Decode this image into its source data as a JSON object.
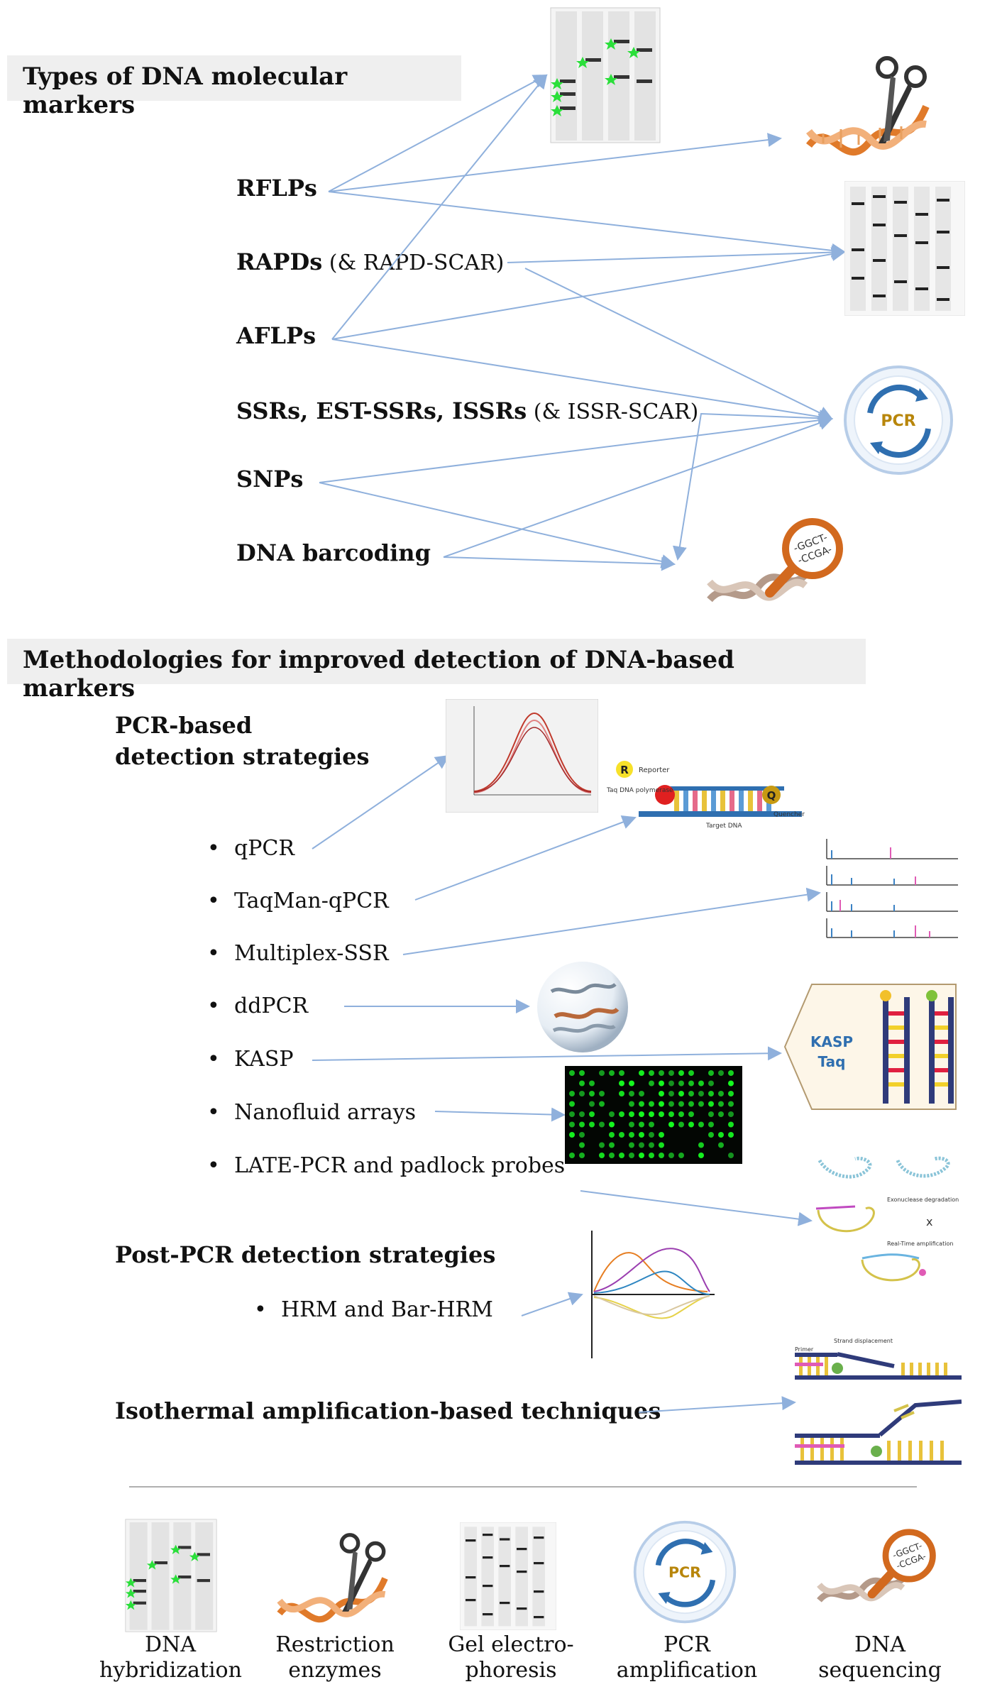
{
  "section1": {
    "title": "Types of DNA molecular markers",
    "markers": [
      {
        "bold": "RFLPs",
        "extra": ""
      },
      {
        "bold": "RAPDs",
        "extra": " (& RAPD-SCAR)"
      },
      {
        "bold": "AFLPs",
        "extra": ""
      },
      {
        "bold": "SSRs, EST-SSRs, ISSRs",
        "extra": " (& ISSR-SCAR)"
      },
      {
        "bold": "SNPs",
        "extra": ""
      },
      {
        "bold": "DNA barcoding",
        "extra": ""
      }
    ]
  },
  "section2": {
    "title": "Methodologies for improved detection of DNA-based markers",
    "pcr_title_line1": "PCR-based",
    "pcr_title_line2": "detection  strategies",
    "pcr_items": [
      "qPCR",
      "TaqMan-qPCR",
      "Multiplex-SSR",
      "ddPCR",
      "KASP",
      "Nanofluid arrays",
      "LATE-PCR and padlock probes"
    ],
    "post_title": "Post-PCR detection  strategies",
    "post_items": [
      "HRM and Bar-HRM"
    ],
    "iso_title": "Isothermal amplification-based  techniques"
  },
  "icons": {
    "pcr_text": "PCR",
    "seq_text": "-GGCT-\n-CCGA-",
    "kasp_text_1": "KASP",
    "kasp_text_2": "Taq",
    "taqman_r": "R",
    "taqman_q": "Q",
    "taqman_reporter": "Reporter",
    "taqman_quencher": "Quencher",
    "taqman_polymerase": "Taq DNA polymerase",
    "taqman_target": "Target DNA",
    "late_exo": "Exonuclease degradation",
    "late_rt": "Real-Time amplification",
    "late_x": "x",
    "iso_strand": "Strand displacement",
    "iso_primer": "Primer"
  },
  "legend": [
    {
      "line1": "DNA",
      "line2": "hybridization"
    },
    {
      "line1": "Restriction",
      "line2": "enzymes"
    },
    {
      "line1": "Gel electro-",
      "line2": "phoresis"
    },
    {
      "line1": "PCR",
      "line2": "amplification"
    },
    {
      "line1": "DNA",
      "line2": "sequencing"
    }
  ],
  "colors": {
    "arrow": "#8fb0dc",
    "header_bg": "#efefef",
    "dna_orange": "#e07a2a",
    "pcr_blue": "#2f6fb0",
    "pcr_gold": "#b8860b",
    "green_spot": "#2adf3a"
  }
}
